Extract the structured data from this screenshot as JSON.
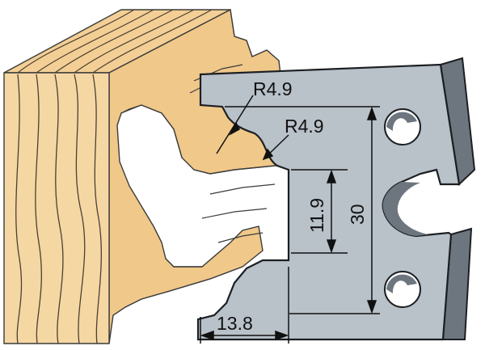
{
  "diagram": {
    "labels": {
      "radius_upper": "R4.9",
      "radius_lower": "R4.9",
      "height_inner": "11.9",
      "height_total": "30",
      "width_bottom": "13.8"
    },
    "colors": {
      "wood_face": "#f0c889",
      "wood_grain": "#5a4a3a",
      "wood_edge": "#d8a868",
      "knife_face": "#b9c1c9",
      "knife_side": "#6d767f",
      "knife_outline": "#1c1f22",
      "dimension_line": "#111111"
    }
  }
}
